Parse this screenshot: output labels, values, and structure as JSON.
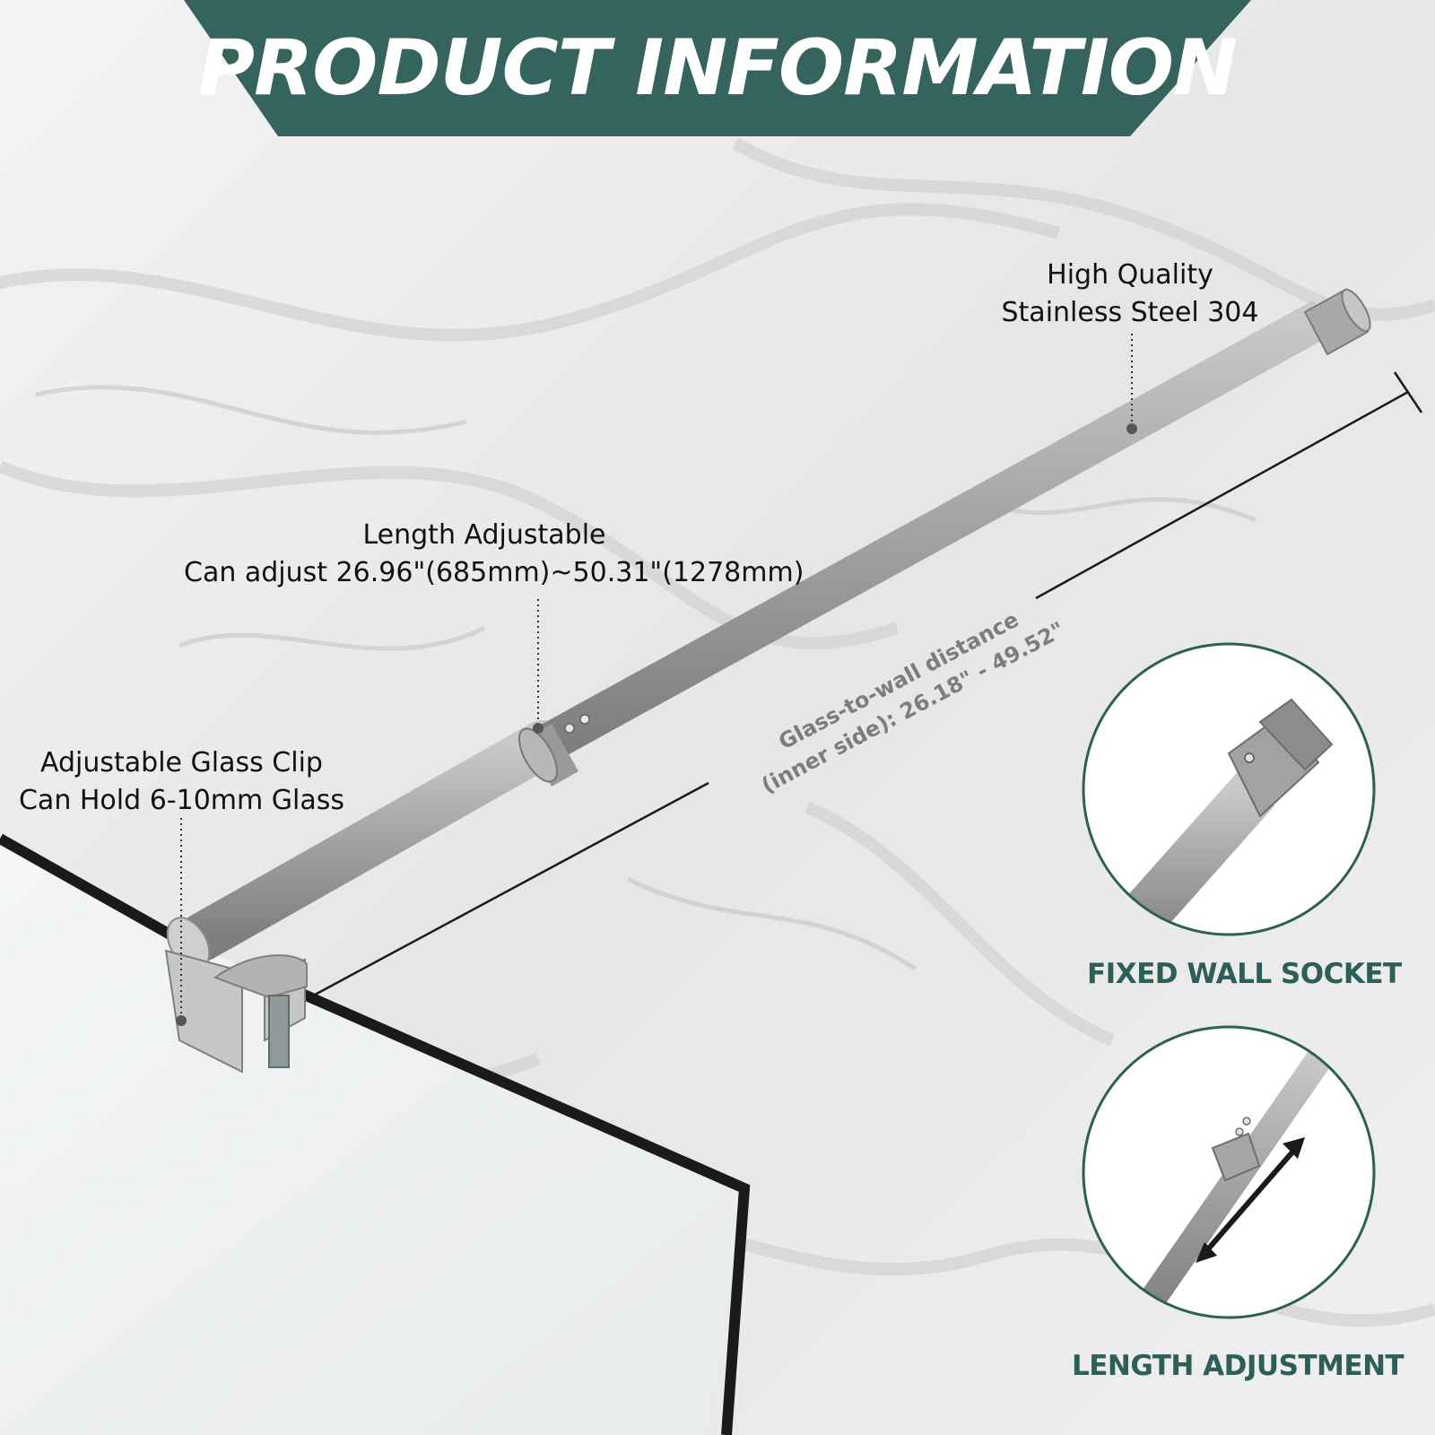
{
  "banner": {
    "title": "PRODUCT INFORMATION"
  },
  "callouts": {
    "stainless": {
      "line1": "High Quality",
      "line2": "Stainless Steel 304"
    },
    "length": {
      "line1": "Length Adjustable",
      "line2": "Can adjust 26.96\"(685mm)~50.31\"(1278mm)"
    },
    "clip": {
      "line1": "Adjustable Glass Clip",
      "line2": "Can Hold 6-10mm Glass"
    }
  },
  "dimension": {
    "line1": "Glass-to-wall distance",
    "line2": "(inner side): 26.18\" - 49.52\""
  },
  "insets": {
    "socket": {
      "caption": "FIXED WALL SOCKET"
    },
    "adjustment": {
      "caption": "LENGTH ADJUSTMENT"
    }
  },
  "colors": {
    "brand": "#35635d",
    "caption": "#2e5e58",
    "background": "#ececec"
  },
  "icons": [
    "double-arrow-icon",
    "screw-icon",
    "glass-clip-icon"
  ]
}
